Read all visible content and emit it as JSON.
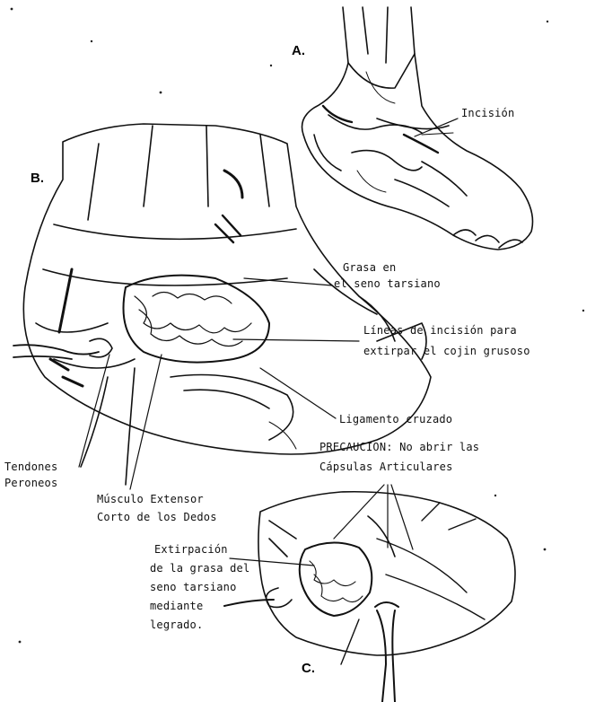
{
  "panels": {
    "a": "A.",
    "b": "B.",
    "c": "C."
  },
  "labels": {
    "incision": "Incisión",
    "grasa_line1": "Grasa en",
    "grasa_line2": "el seno tarsiano",
    "lineas_line1": "Líneas de incisión para",
    "lineas_line2": "extirpar el cojin grusoso",
    "ligamento": "Ligamento cruzado",
    "tendones_line1": "Tendones",
    "tendones_line2": "Peroneos",
    "musculo_line1": "Músculo Extensor",
    "musculo_line2": "Corto de los Dedos",
    "precaucion_line1": "PRECAUCION: No abrir las",
    "precaucion_line2": "Cápsulas Articulares",
    "extirpacion_line1": "Extirpación",
    "extirpacion_line2": "de la grasa del",
    "extirpacion_line3": "seno tarsiano",
    "extirpacion_line4": "mediante",
    "extirpacion_line5": "legrado."
  },
  "colors": {
    "ink": "#111111",
    "paper": "#ffffff"
  }
}
